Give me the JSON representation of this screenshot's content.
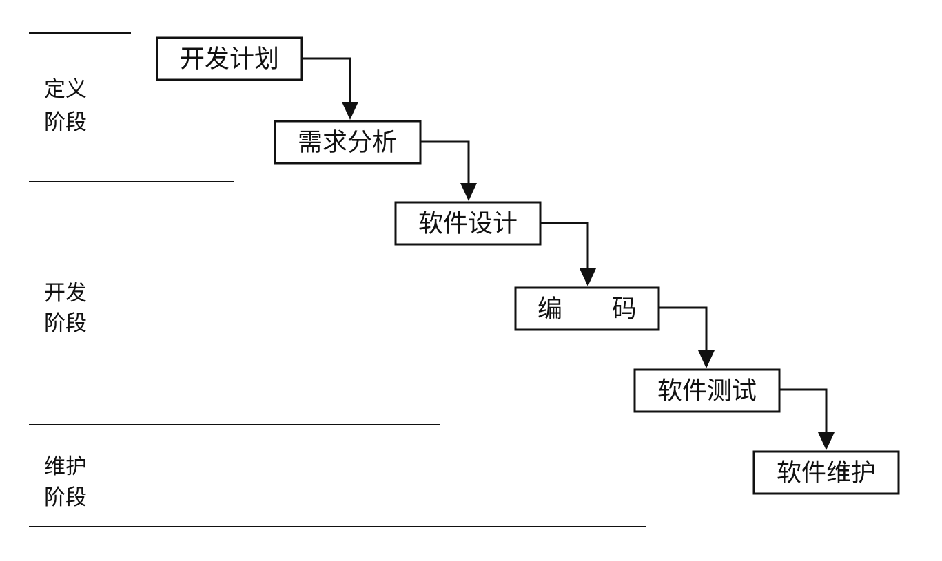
{
  "diagram": {
    "phases": [
      {
        "id": "definition",
        "lines": [
          "定义",
          "阶段"
        ]
      },
      {
        "id": "development",
        "lines": [
          "开发",
          "阶段"
        ]
      },
      {
        "id": "maintenance",
        "lines": [
          "维护",
          "阶段"
        ]
      }
    ],
    "steps": [
      {
        "id": "dev-plan",
        "label": "开发计划"
      },
      {
        "id": "requirements",
        "label": "需求分析"
      },
      {
        "id": "software-design",
        "label": "软件设计"
      },
      {
        "id": "coding",
        "label": "编　　码"
      },
      {
        "id": "software-testing",
        "label": "软件测试"
      },
      {
        "id": "software-maintenance",
        "label": "软件维护"
      }
    ],
    "colors": {
      "stroke": "#111111",
      "text": "#111111",
      "box_fill": "#ffffff",
      "background": "#ffffff"
    }
  }
}
